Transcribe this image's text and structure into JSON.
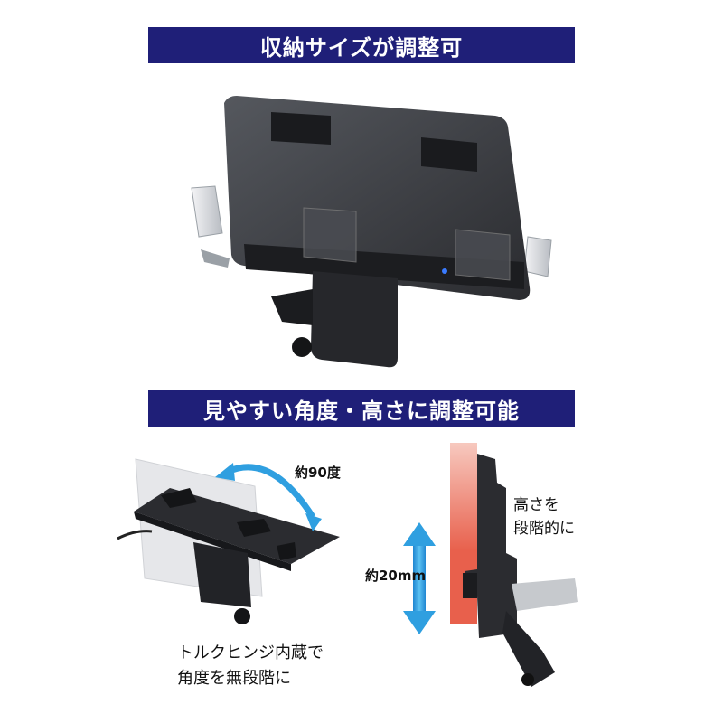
{
  "banners": {
    "top": "収納サイズが調整可",
    "middle": "見やすい角度・高さに調整可能"
  },
  "annotations": {
    "angle": "約90度",
    "height_range": "約20mm",
    "height_step_line1": "高さを",
    "height_step_line2": "段階的に",
    "torque_line1": "トルクヒンジ内蔵で",
    "torque_line2": "角度を無段階に"
  },
  "colors": {
    "banner_bg": "#1f1f78",
    "arrow_blue": "#2f9fe0",
    "phone_red": "#e8604c",
    "device_dark": "#2b2c30"
  }
}
